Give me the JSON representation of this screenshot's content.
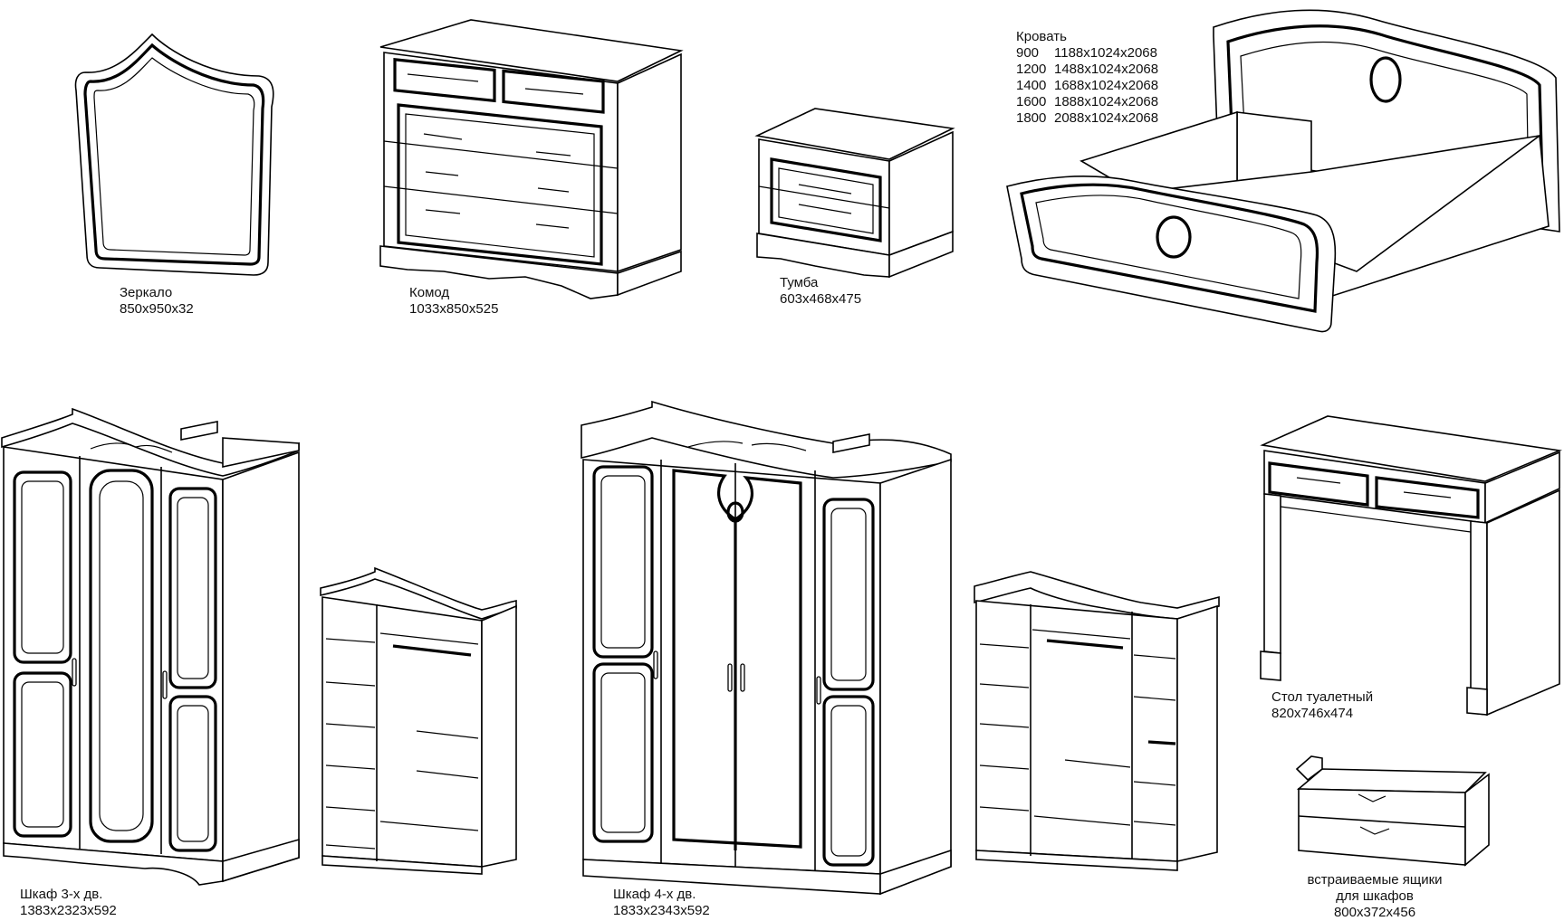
{
  "items": {
    "mirror": {
      "name": "Зеркало",
      "dims": "850x950x32"
    },
    "dresser": {
      "name": "Комод",
      "dims": "1033x850x525"
    },
    "nightstand": {
      "name": "Тумба",
      "dims": "603x468x475"
    },
    "bed": {
      "name": "Кровать",
      "rows": [
        {
          "width": "900",
          "dims": "1188x1024x2068"
        },
        {
          "width": "1200",
          "dims": "1488x1024x2068"
        },
        {
          "width": "1400",
          "dims": "1688x1024x2068"
        },
        {
          "width": "1600",
          "dims": "1888x1024x2068"
        },
        {
          "width": "1800",
          "dims": "2088x1024x2068"
        }
      ]
    },
    "wardrobe3": {
      "name": "Шкаф 3-х дв.",
      "dims": "1383x2323x592"
    },
    "wardrobe4": {
      "name": "Шкаф 4-х дв.",
      "dims": "1833x2343x592"
    },
    "vanity": {
      "name": "Стол туалетный",
      "dims": "820x746x474"
    },
    "drawers": {
      "name_line1": "встраиваемые ящики",
      "name_line2": "для шкафов",
      "dims": "800x372x456"
    }
  }
}
